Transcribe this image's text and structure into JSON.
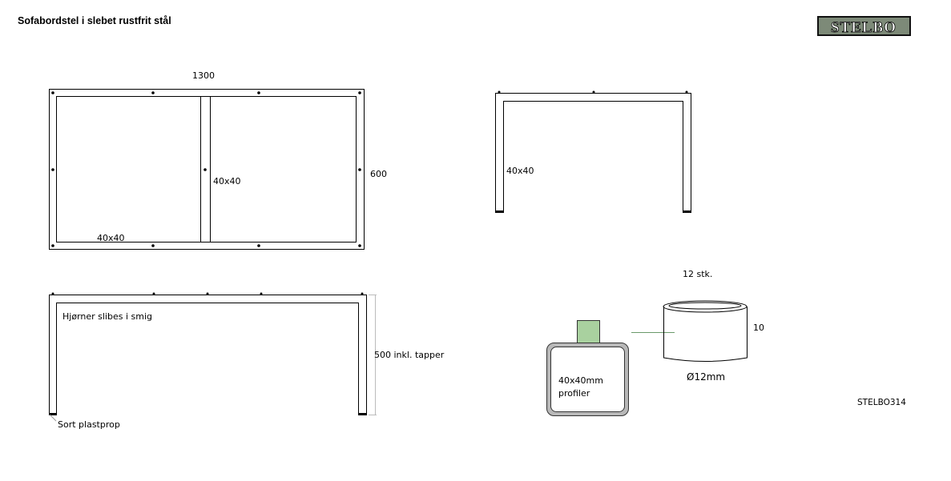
{
  "title": "Sofabordstel i slebet rustfrit stål",
  "logo": "STELBO",
  "top_view": {
    "width_label": "1300",
    "depth_label": "600",
    "center_profile": "40x40",
    "bottom_profile": "40x40"
  },
  "side_view": {
    "profile": "40x40"
  },
  "front_view": {
    "note": "Hjørner slibes i smig",
    "height_label": "500 inkl. tapper",
    "foot_note": "Sort plastprop"
  },
  "detail": {
    "count": "12 stk.",
    "height": "10",
    "diameter": "Ø12mm",
    "profile_line1": "40x40mm",
    "profile_line2": "profiler"
  },
  "part_number": "STELBO314",
  "colors": {
    "tab": "#a9d19f",
    "connector": "#6a9a6a",
    "tube_wall": "#b8b8b8"
  }
}
